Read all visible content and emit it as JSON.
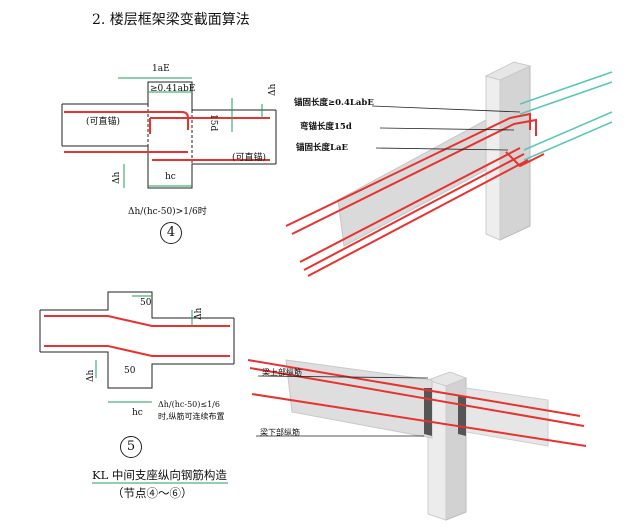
{
  "heading": "2. 楼层框架梁变截面算法",
  "node4": {
    "dim_top": "1aE",
    "dim_anchor": "≥0.41abE",
    "dim_15d": "15d",
    "dim_dh_right": "Δh",
    "dim_dh_left": "Δh",
    "label_left": "(可直锚)",
    "label_right": "(可直锚)",
    "dim_hc": "hc",
    "condition": "Δh/(hc-50)>1/6时",
    "number": "4"
  },
  "render4": {
    "callout1": "锚固长度≥0.4LabE",
    "callout2": "弯锚长度15d",
    "callout3": "锚固长度LaE"
  },
  "node5": {
    "dim_50_top": "50",
    "dim_dh_right": "Δh",
    "dim_dh_left": "Δh",
    "dim_50_bottom": "50",
    "dim_hc": "hc",
    "condition_line1": "Δh/(hc-50)≤1/6",
    "condition_line2": "时,纵筋可连续布置",
    "number": "5"
  },
  "render5": {
    "callout_top": "梁上部纵筋",
    "callout_bottom": "梁下部纵筋"
  },
  "footer": {
    "title": "KL 中间支座纵向钢筋构造",
    "subtitle": "（节点④～⑥）"
  },
  "colors": {
    "rebar": "#e8322f",
    "dimension": "#1aa35a",
    "concrete": "#d9d9d9",
    "accent_teal": "#58c7b5"
  }
}
